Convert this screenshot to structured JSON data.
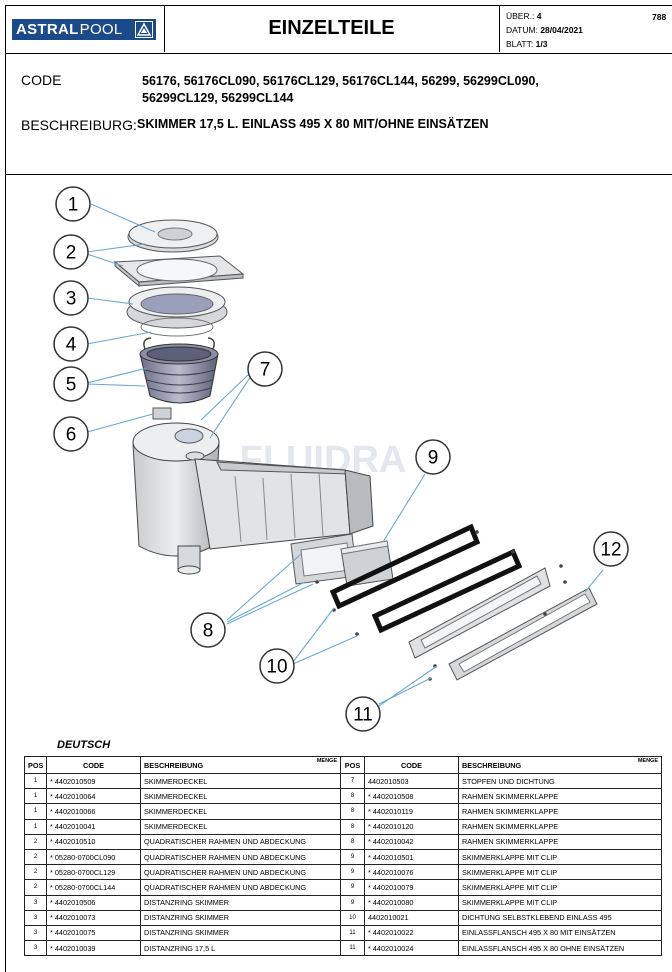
{
  "header": {
    "brand_bold": "ASTRAL",
    "brand_light": "POOL",
    "title": "EINZELTEILE",
    "ueber_label": "ÜBER.:",
    "ueber_value": "4",
    "datum_label": "DATUM:",
    "datum_value": "28/04/2021",
    "blatt_label": "BLATT:",
    "blatt_value": "1/3",
    "page_number": "788"
  },
  "info": {
    "code_label": "CODE",
    "code_line1": "56176, 56176CL090, 56176CL129, 56176CL144, 56299, 56299CL090,",
    "code_line2": "56299CL129, 56299CL144",
    "desc_label": "BESCHREIBURG:",
    "desc_value": "SKIMMER 17,5 L. EINLASS 495 X 80 MIT/OHNE EINSÄTZEN"
  },
  "drawing": {
    "watermark": "FLUIDRA",
    "callouts": [
      "1",
      "2",
      "3",
      "4",
      "5",
      "6",
      "7",
      "8",
      "9",
      "10",
      "11",
      "12"
    ]
  },
  "table": {
    "language": "DEUTSCH",
    "headers": {
      "pos": "POS",
      "code": "CODE",
      "desc": "BESCHREIBUNG",
      "menge": "MENGE"
    },
    "left_rows": [
      [
        "1",
        "* 4402010509",
        "SKIMMERDECKEL"
      ],
      [
        "1",
        "* 4402010064",
        "SKIMMERDECKEL"
      ],
      [
        "1",
        "* 4402010066",
        "SKIMMERDECKEL"
      ],
      [
        "1",
        "* 4402010041",
        "SKIMMERDECKEL"
      ],
      [
        "2",
        "* 4402010510",
        "QUADRATISCHER RAHMEN UND ABDECKUNG"
      ],
      [
        "2",
        "* 05280-0700CL090",
        "QUADRATISCHER RAHMEN UND ABDECKUNG"
      ],
      [
        "2",
        "* 05280-0700CL129",
        "QUADRATISCHER RAHMEN UND ABDECKUNG"
      ],
      [
        "2",
        "* 05280-0700CL144",
        "QUADRATISCHER RAHMEN UND ABDECKUNG"
      ],
      [
        "3",
        "* 4402010506",
        "DISTANZRING SKIMMER"
      ],
      [
        "3",
        "* 4402010073",
        "DISTANZRING SKIMMER"
      ],
      [
        "3",
        "* 4402010075",
        "DISTANZRING SKIMMER"
      ],
      [
        "3",
        "* 4402010039",
        "DISTANZRING 17,5 L"
      ]
    ],
    "right_rows": [
      [
        "7",
        "4402010503",
        "STOPFEN UND DICHTUNG"
      ],
      [
        "8",
        "* 4402010508",
        "RAHMEN SKIMMERKLAPPE"
      ],
      [
        "8",
        "* 4402010119",
        "RAHMEN SKIMMERKLAPPE"
      ],
      [
        "8",
        "* 4402010120",
        "RAHMEN SKIMMERKLAPPE"
      ],
      [
        "8",
        "* 4402010042",
        "RAHMEN SKIMMERKLAPPE"
      ],
      [
        "9",
        "* 4402010501",
        "SKIMMERKLAPPE MIT CLIP"
      ],
      [
        "9",
        "* 4402010076",
        "SKIMMERKLAPPE MIT CLIP"
      ],
      [
        "9",
        "* 4402010079",
        "SKIMMERKLAPPE MIT CLIP"
      ],
      [
        "9",
        "* 4402010080",
        "SKIMMERKLAPPE MIT CLIP"
      ],
      [
        "10",
        "4402010021",
        "DICHTUNG SELBSTKLEBEND EINLASS 495"
      ],
      [
        "11",
        "* 4402010022",
        "EINLASSFLANSCH 495 X 80 MIT EINSÄTZEN"
      ],
      [
        "11",
        "* 4402010024",
        "EINLASSFLANSCH 495 X 80 OHNE EINSÄTZEN"
      ]
    ]
  },
  "colors": {
    "brand": "#1b4a8b",
    "leader": "#6aa9cf"
  }
}
